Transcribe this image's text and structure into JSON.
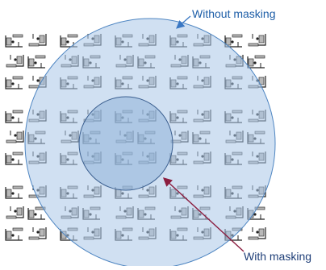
{
  "labels": {
    "without_masking": "Without masking",
    "with_masking": "With masking"
  },
  "grid": {
    "rows": 3,
    "cols": 5
  },
  "colors": {
    "outer_fill": "#a9c7e8",
    "outer_stroke": "#4f86c2",
    "inner_fill": "#8fb3d9",
    "inner_stroke": "#3b5f8f",
    "without_text": "#1f5fa8",
    "with_text": "#1f3f78",
    "with_arrow": "#8b1d3f",
    "without_arrow": "#3a78c4",
    "room_stroke": "#222222",
    "furniture_fill": "#b8b8b8"
  }
}
